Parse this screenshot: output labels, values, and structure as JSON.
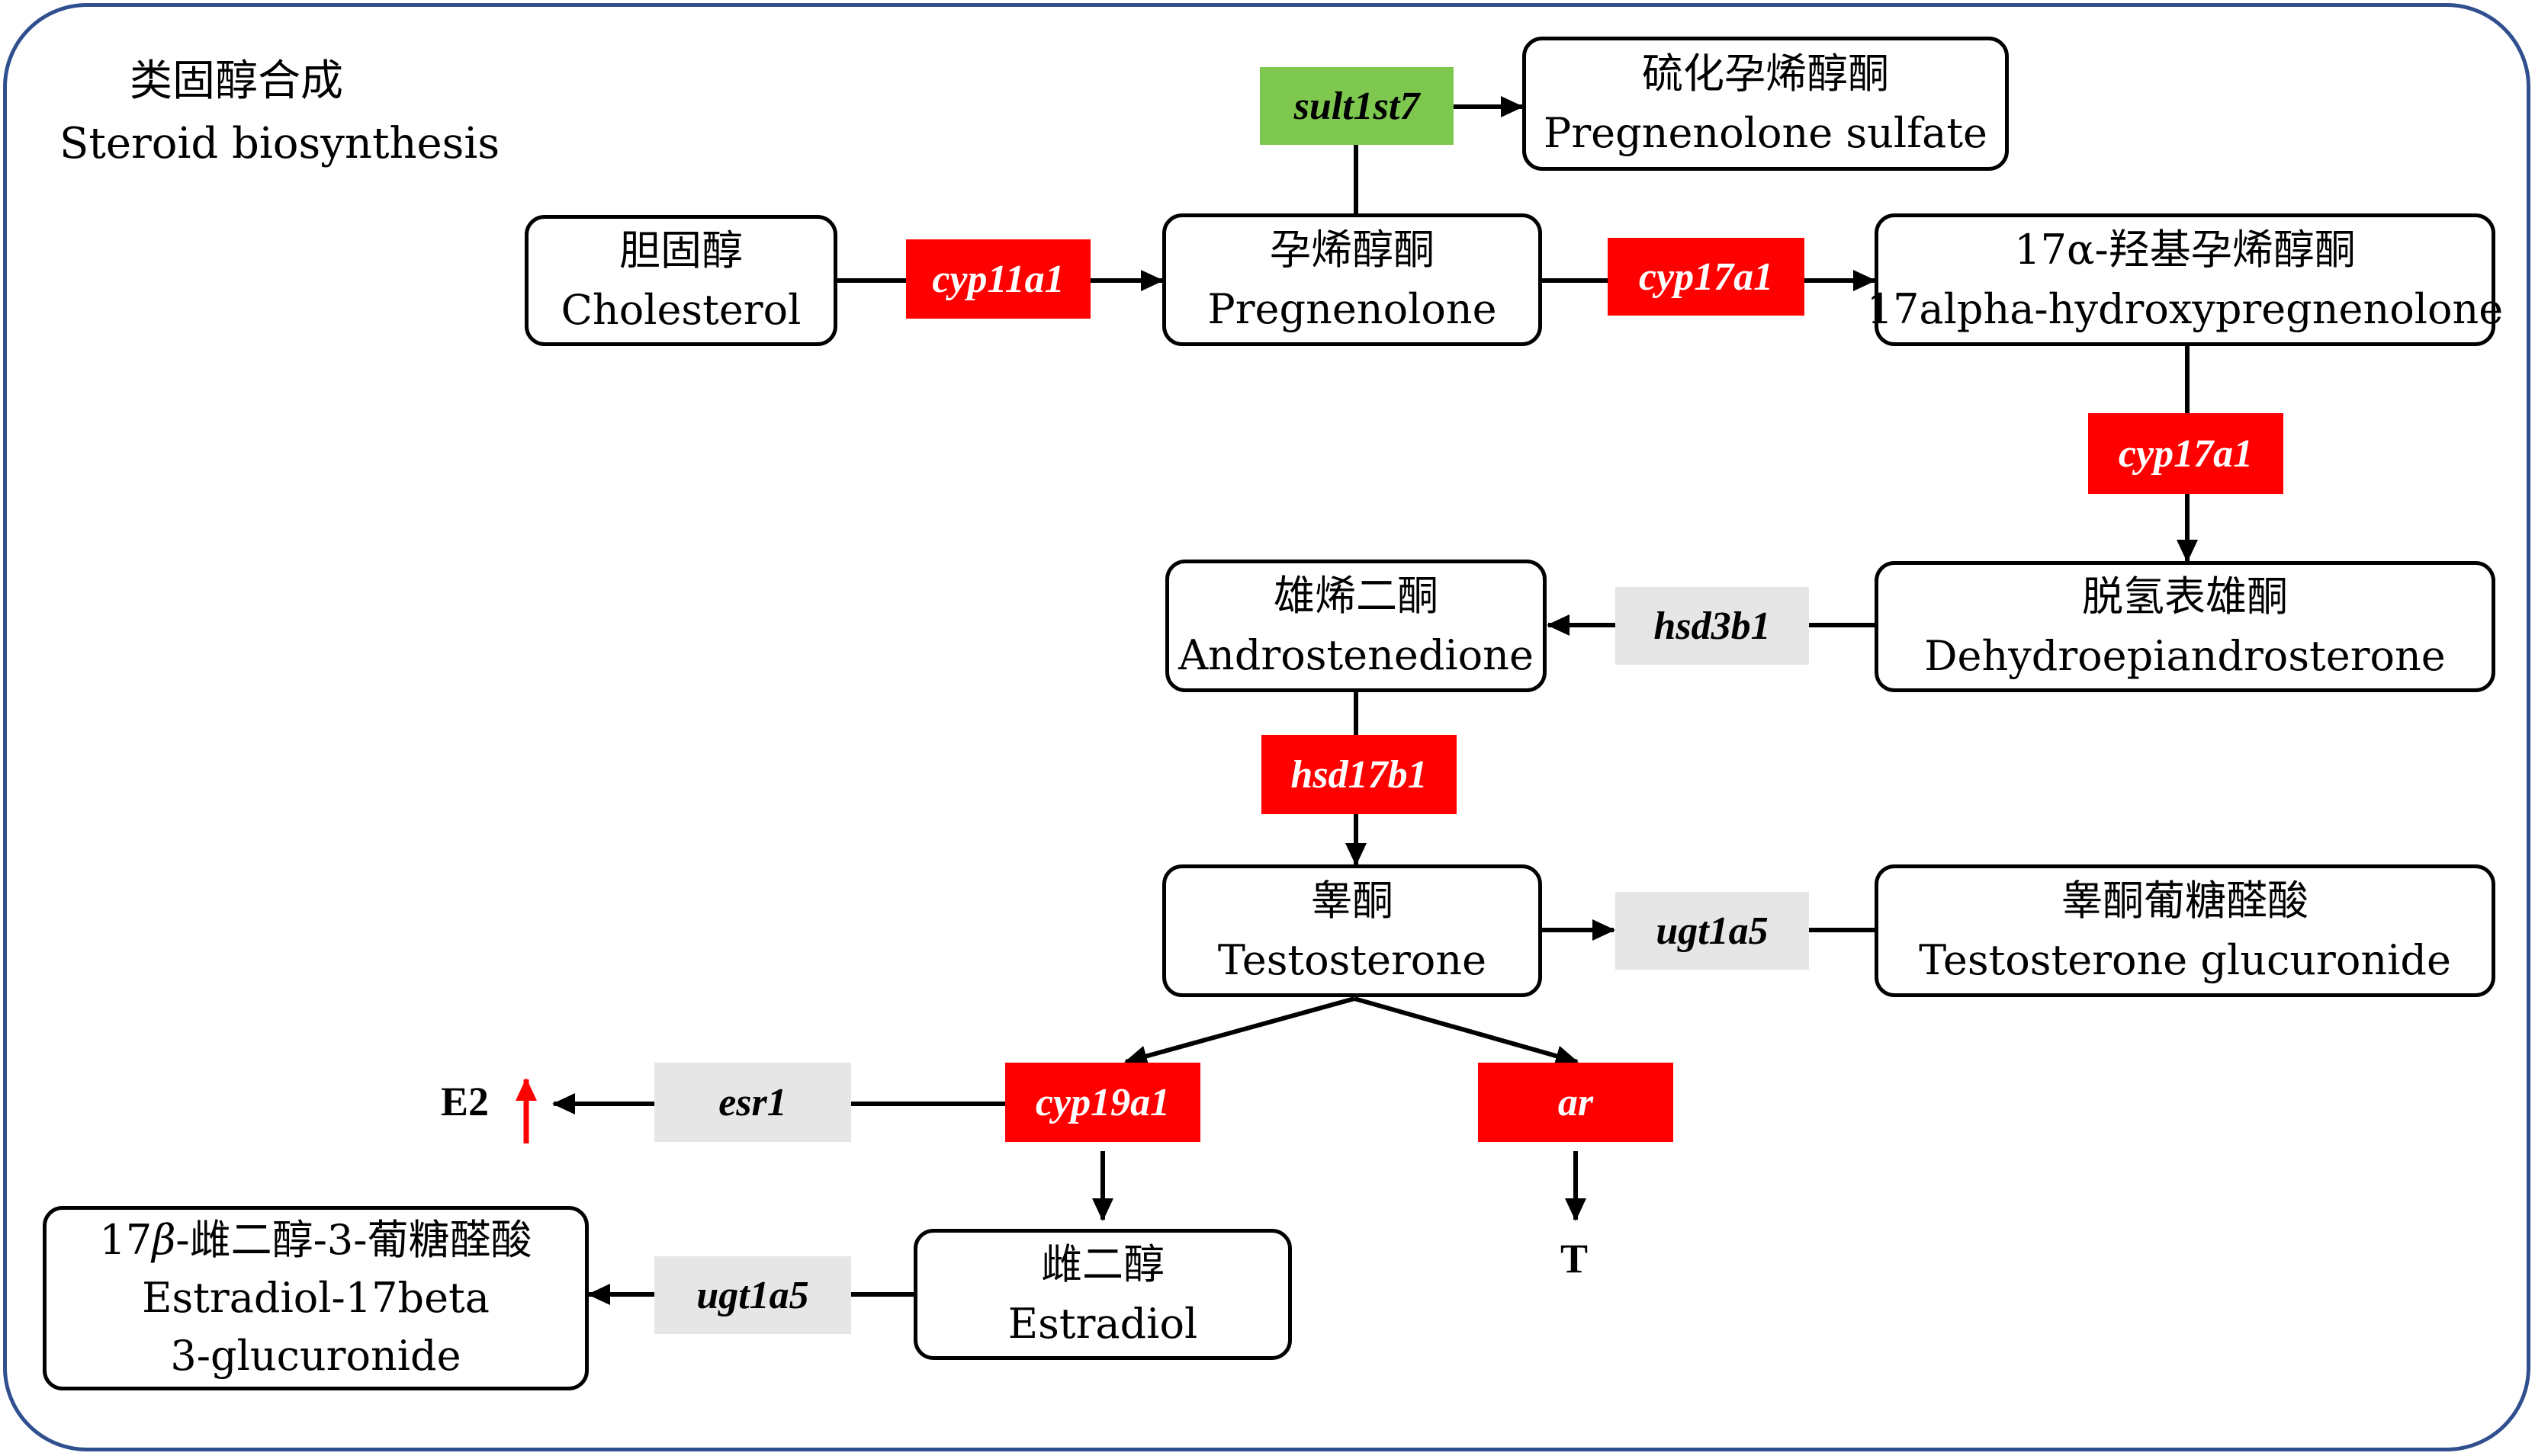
{
  "title": {
    "zh": "类固醇合成",
    "en": "Steroid biosynthesis"
  },
  "colors": {
    "up": "#ff0000",
    "up_text": "#ffffff",
    "sulfation": "#7ec850",
    "unchanged": "#e6e6e6",
    "gene_text": "#000000",
    "frame": "#2f4f8f"
  },
  "compounds": {
    "cholesterol": {
      "zh": "胆固醇",
      "en": "Cholesterol"
    },
    "pregnenolone": {
      "zh": "孕烯醇酮",
      "en": "Pregnenolone"
    },
    "pregnenolone_sulfate": {
      "zh": "硫化孕烯醇酮",
      "en": "Pregnenolone sulfate"
    },
    "hydroxypregnenolone": {
      "zh": "17α-羟基孕烯醇酮",
      "en": "17alpha-hydroxypregnenolone"
    },
    "dhea": {
      "zh": "脱氢表雄酮",
      "en": "Dehydroepiandrosterone"
    },
    "androstenedione": {
      "zh": "雄烯二酮",
      "en": "Androstenedione"
    },
    "testosterone": {
      "zh": "睾酮",
      "en": "Testosterone"
    },
    "testosterone_glucuronide": {
      "zh": "睾酮葡糖醛酸",
      "en": "Testosterone glucuronide"
    },
    "estradiol": {
      "zh": "雌二醇",
      "en": "Estradiol"
    },
    "estradiol_glucuronide": {
      "zh_prefix": "17",
      "zh_beta": "β",
      "zh_suffix": "-雌二醇-3-葡糖醛酸",
      "en1": "Estradiol-17beta",
      "en2": "3-glucuronide"
    }
  },
  "genes": {
    "sult1st7": {
      "label": "sult1st7",
      "status": "sulfation"
    },
    "cyp11a1": {
      "label": "cyp11a1",
      "status": "up"
    },
    "cyp17a1_a": {
      "label": "cyp17a1",
      "status": "up"
    },
    "cyp17a1_b": {
      "label": "cyp17a1",
      "status": "up"
    },
    "hsd3b1": {
      "label": "hsd3b1",
      "status": "unchanged"
    },
    "hsd17b1": {
      "label": "hsd17b1",
      "status": "up"
    },
    "ugt1a5_a": {
      "label": "ugt1a5",
      "status": "unchanged"
    },
    "cyp19a1": {
      "label": "cyp19a1",
      "status": "up"
    },
    "ar": {
      "label": "ar",
      "status": "up"
    },
    "esr1": {
      "label": "esr1",
      "status": "unchanged"
    },
    "ugt1a5_b": {
      "label": "ugt1a5",
      "status": "unchanged"
    }
  },
  "endpoints": {
    "e2": "E2",
    "t": "T"
  },
  "e2_trend": "up-arrow"
}
